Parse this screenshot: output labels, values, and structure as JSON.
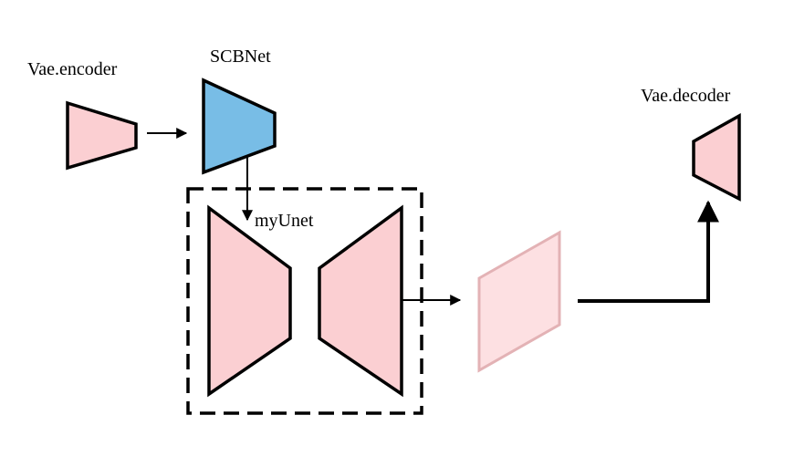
{
  "labels": {
    "vae_encoder": "Vae.encoder",
    "scbnet": "SCBNet",
    "myunet": "myUnet",
    "vae_decoder": "Vae.decoder"
  },
  "colors": {
    "pink_fill": "#fbcfd2",
    "light_pink_fill": "#fde0e2",
    "light_pink_stroke": "#e3b2b5",
    "blue_fill": "#78bde6",
    "stroke": "#000000"
  }
}
